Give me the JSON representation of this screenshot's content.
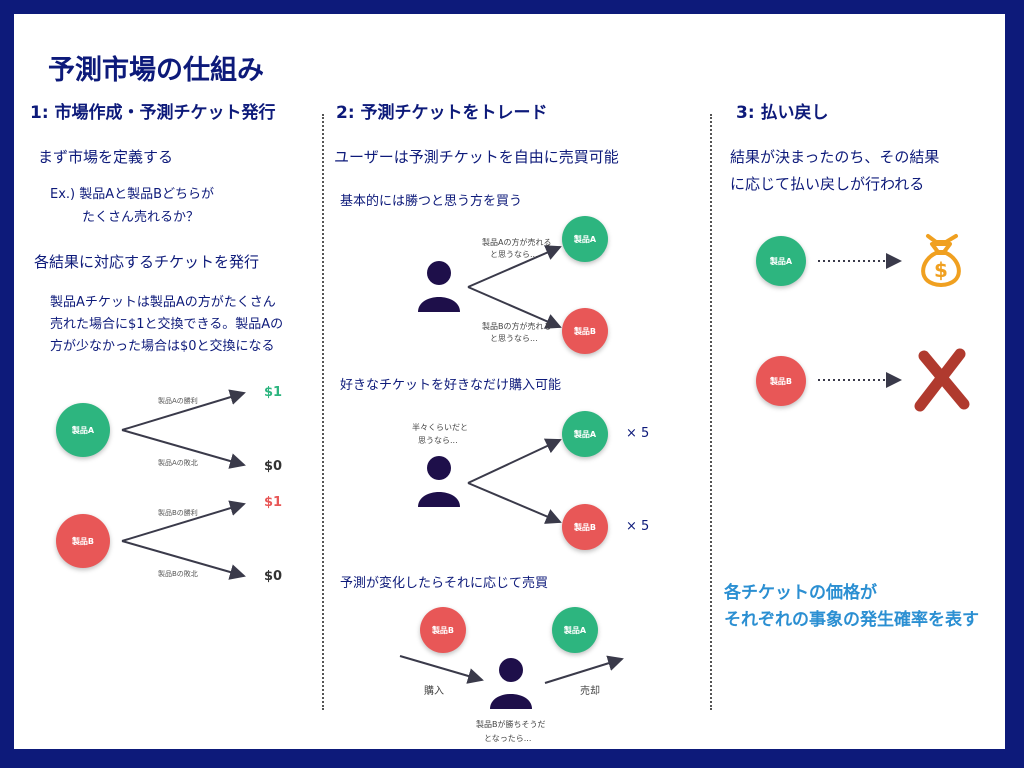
{
  "title": "予測市場の仕組み",
  "col1": {
    "heading": "1: 市場作成・予測チケット発行",
    "define": "まず市場を定義する",
    "example_line1": "Ex.) 製品Aと製品Bどちらが",
    "example_line2": "たくさん売れるか？",
    "issue": "各結果に対応するチケットを発行",
    "desc_line1": "製品Aチケットは製品Aの方がたくさん",
    "desc_line2": "売れた場合に$1と交換できる。製品Aの",
    "desc_line3": "方が少なかった場合は$0と交換になる",
    "product_a": "製品A",
    "product_b": "製品B",
    "a_win": "製品Aの勝利",
    "a_lose": "製品Aの敗北",
    "b_win": "製品Bの勝利",
    "b_lose": "製品Bの敗北",
    "one": "$1",
    "zero": "$0"
  },
  "col2": {
    "heading": "2: 予測チケットをトレード",
    "intro": "ユーザーは予測チケットを自由に売買可能",
    "s1": "基本的には勝つと思う方を買う",
    "s1_up_1": "製品Aの方が売れる",
    "s1_up_2": "と思うなら...",
    "s1_down_1": "製品Bの方が売れる",
    "s1_down_2": "と思うなら...",
    "s2": "好きなチケットを好きなだけ購入可能",
    "s2_think_1": "半々くらいだと",
    "s2_think_2": "思うなら...",
    "times5": "× 5",
    "s3": "予測が変化したらそれに応じて売買",
    "buy": "購入",
    "sell": "売却",
    "s3_note_1": "製品Bが勝ちそうだ",
    "s3_note_2": "となったら...",
    "product_a": "製品A",
    "product_b": "製品B"
  },
  "col3": {
    "heading": "3: 払い戻し",
    "line1": "結果が決まったのち、その結果",
    "line2": "に応じて払い戻しが行われる",
    "product_a": "製品A",
    "product_b": "製品B",
    "summary_1": "各チケットの価格が",
    "summary_2": "それぞれの事象の発生確率を表す"
  },
  "colors": {
    "navy": "#0d1a7a",
    "green": "#2db57f",
    "red": "#e85757",
    "accent": "#2b8fd2",
    "gold": "#f0a020",
    "cross": "#b03a2e",
    "user": "#1e0f4a"
  }
}
